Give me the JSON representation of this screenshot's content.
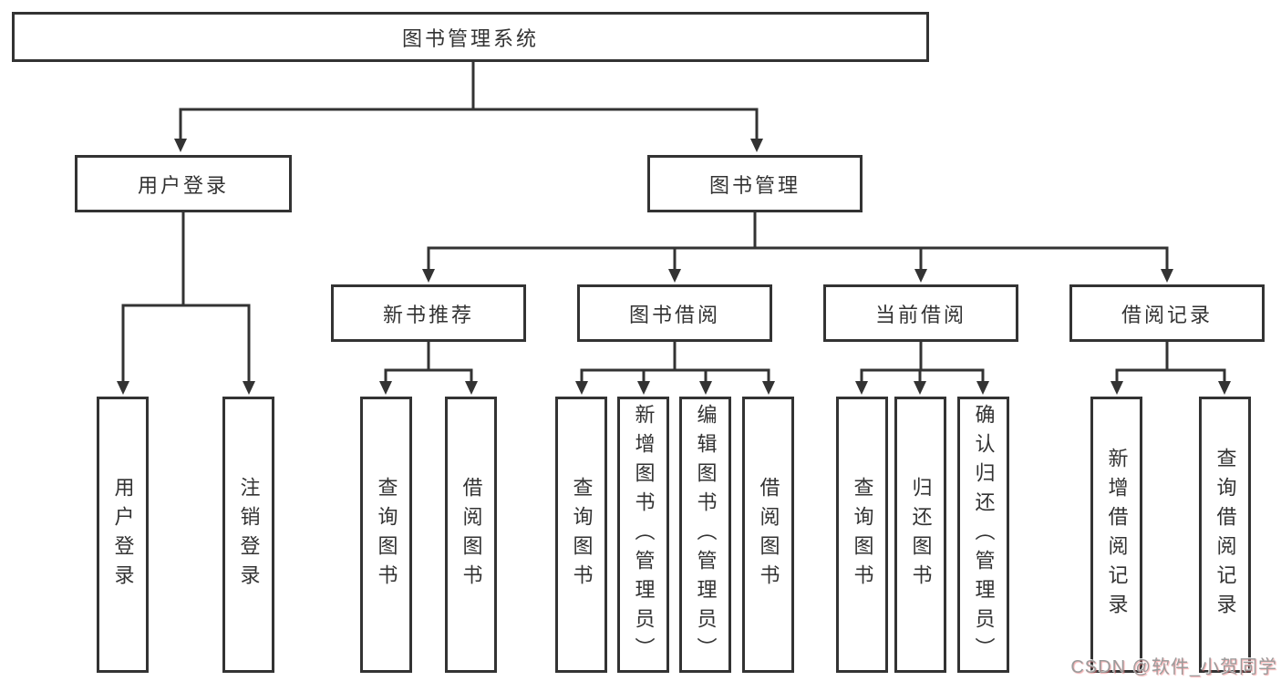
{
  "colors": {
    "line": "#333333",
    "box_border": "#333333",
    "box_background": "#ffffff",
    "text": "#333333",
    "page_background": "#ffffff",
    "watermark_gray": "#9b9b9b",
    "watermark_accent": "#f06a6e"
  },
  "tree": {
    "label": "图书管理系统",
    "children": [
      {
        "label": "用户登录",
        "children": [
          {
            "label": "用户登录"
          },
          {
            "label": "注销登录"
          }
        ]
      },
      {
        "label": "图书管理",
        "children": [
          {
            "label": "新书推荐",
            "children": [
              {
                "label": "查询图书"
              },
              {
                "label": "借阅图书"
              }
            ]
          },
          {
            "label": "图书借阅",
            "children": [
              {
                "label": "查询图书"
              },
              {
                "label": "新增图书（管理员）"
              },
              {
                "label": "编辑图书（管理员）"
              },
              {
                "label": "借阅图书"
              }
            ]
          },
          {
            "label": "当前借阅",
            "children": [
              {
                "label": "查询图书"
              },
              {
                "label": "归还图书"
              },
              {
                "label": "确认归还（管理员）"
              }
            ]
          },
          {
            "label": "借阅记录",
            "children": [
              {
                "label": "新增借阅记录"
              },
              {
                "label": "查询借阅记录"
              }
            ]
          }
        ]
      }
    ]
  },
  "watermark": {
    "text": "CSDN @软件_小贺同学"
  }
}
